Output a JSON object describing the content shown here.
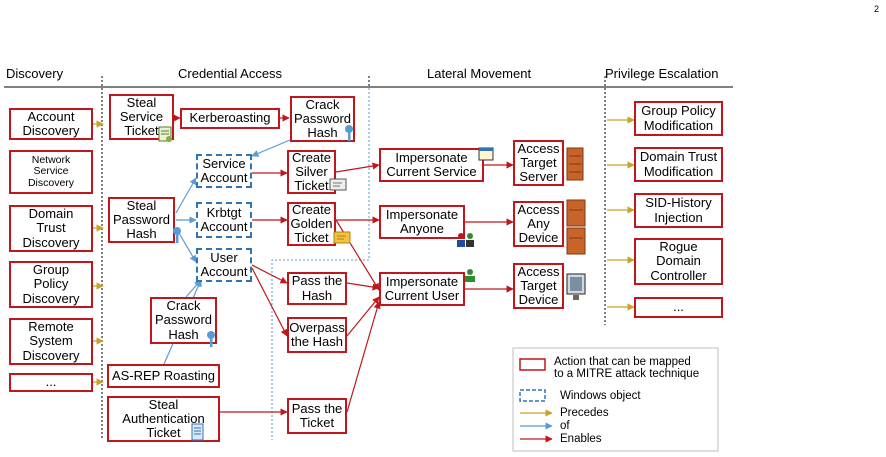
{
  "page_number": "2",
  "headers": {
    "discovery": "Discovery",
    "credential_access": "Credential Access",
    "lateral_movement": "Lateral Movement",
    "privilege_escalation": "Privilege Escalation"
  },
  "discovery": {
    "account": "Account\nDiscovery",
    "network_service": "Network\nService\nDiscovery",
    "domain_trust": "Domain\nTrust\nDiscovery",
    "group_policy": "Group\nPolicy\nDiscovery",
    "remote_system": "Remote\nSystem\nDiscovery",
    "more": "..."
  },
  "credential": {
    "steal_service_ticket": "Steal\nService\nTicket",
    "kerberoasting": "Kerberoasting",
    "crack_hash_top": "Crack\nPassword\nHash",
    "steal_password_hash": "Steal\nPassword\nHash",
    "create_silver": "Create\nSilver\nTicket",
    "create_golden": "Create\nGolden\nTicket",
    "pass_the_hash": "Pass the\nHash",
    "overpass_the_hash": "Overpass\nthe Hash",
    "crack_hash_bottom": "Crack\nPassword\nHash",
    "asrep": "AS-REP Roasting",
    "steal_auth_ticket": "Steal\nAuthentication\nTicket",
    "pass_the_ticket": "Pass the\nTicket"
  },
  "objects": {
    "service_account": "Service\nAccount",
    "krbtgt_account": "Krbtgt\nAccount",
    "user_account": "User\nAccount"
  },
  "lateral": {
    "impersonate_service": "Impersonate\nCurrent Service",
    "impersonate_anyone": "Impersonate\nAnyone",
    "impersonate_user": "Impersonate\nCurrent User",
    "access_server": "Access\nTarget\nServer",
    "access_any": "Access\nAny\nDevice",
    "access_device": "Access\nTarget\nDevice"
  },
  "privilege": {
    "group_policy_mod": "Group Policy\nModification",
    "domain_trust_mod": "Domain Trust\nModification",
    "sid_history": "SID-History\nInjection",
    "rogue_dc": "Rogue\nDomain\nController",
    "more": "..."
  },
  "legend": {
    "action": "Action that can be mapped\nto a MITRE attack technique",
    "windows_object": "Windows object",
    "precedes": "Precedes",
    "of": "of",
    "enables": "Enables"
  },
  "colors": {
    "action_border": "#c0171c",
    "object_border": "#2e75b6",
    "precedes_arrow": "#c9a227",
    "of_arrow": "#5b9bd5",
    "enables_arrow": "#c0171c"
  },
  "icons": [
    "certificate-icon",
    "key-icon",
    "ticket-icon",
    "scroll-icon",
    "window-icon",
    "server-icon",
    "monitor-icon",
    "user-icon",
    "users-icon"
  ]
}
